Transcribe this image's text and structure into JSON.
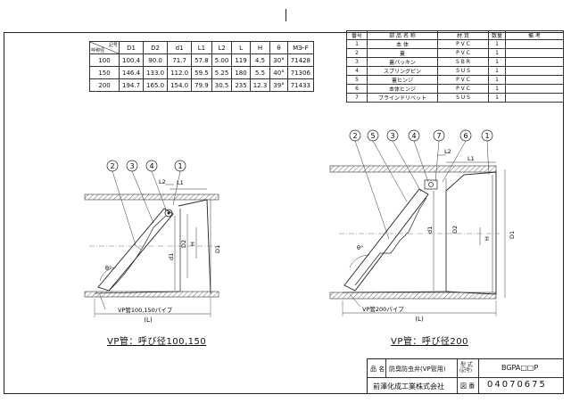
{
  "dimension_table": {
    "header_corner_top": "記号",
    "header_corner_bottom": "呼称径",
    "columns": [
      "D1",
      "D2",
      "d1",
      "L1",
      "L2",
      "L",
      "H",
      "θ",
      "MЭ-F"
    ],
    "rows": [
      {
        "size": "100",
        "values": [
          "100.4",
          "90.0",
          "71.7",
          "57.8",
          "5.00",
          "119",
          "4.5",
          "30°",
          "71428"
        ]
      },
      {
        "size": "150",
        "values": [
          "146.4",
          "133.0",
          "112.0",
          "59.5",
          "5.25",
          "180",
          "5.5",
          "40°",
          "71306"
        ]
      },
      {
        "size": "200",
        "values": [
          "194.7",
          "165.0",
          "154.0",
          "79.9",
          "30.5",
          "235",
          "12.3",
          "39°",
          "71433"
        ]
      }
    ]
  },
  "parts_table": {
    "headers": [
      "番号",
      "部 品 名 称",
      "材 質",
      "数量",
      "備 考"
    ],
    "rows": [
      {
        "no": "1",
        "name": "本 体",
        "material": "P V C",
        "qty": "1",
        "note": ""
      },
      {
        "no": "2",
        "name": "蓋",
        "material": "P V C",
        "qty": "1",
        "note": ""
      },
      {
        "no": "3",
        "name": "蓋パッキン",
        "material": "S B R",
        "qty": "1",
        "note": ""
      },
      {
        "no": "4",
        "name": "スプリングピン",
        "material": "S U S",
        "qty": "1",
        "note": ""
      },
      {
        "no": "5",
        "name": "蓋ヒンジ",
        "material": "P V C",
        "qty": "1",
        "note": ""
      },
      {
        "no": "6",
        "name": "本体ヒンジ",
        "material": "P V C",
        "qty": "1",
        "note": ""
      },
      {
        "no": "7",
        "name": "ブラインドリベット",
        "material": "S U S",
        "qty": "1",
        "note": ""
      }
    ]
  },
  "left_drawing": {
    "callouts": [
      "2",
      "3",
      "4",
      "1"
    ],
    "dims": {
      "L2": "L2",
      "L1": "L1",
      "d1": "d1",
      "D2": "D2",
      "H": "H",
      "D1": "D1",
      "theta": "θ°",
      "L": "(L)"
    },
    "pipe_label": "VP管100,150パイプ",
    "caption": "VP管：呼び径100,150"
  },
  "right_drawing": {
    "callouts": [
      "2",
      "5",
      "3",
      "4",
      "7",
      "6",
      "1"
    ],
    "dims": {
      "L2": "L2",
      "L1": "L1",
      "d1": "d1",
      "D2": "D2",
      "H": "H",
      "D1": "D1",
      "theta": "θ°",
      "L": "(L)"
    },
    "pipe_label": "VP管200パイプ",
    "caption": "VP管：呼び径200"
  },
  "title_block": {
    "name_label": "品 名",
    "name_value": "防臭防虫弁(VP管用)",
    "model_label": "型 式",
    "model_label2": "(記号)",
    "model_value": "BGPA□□P",
    "company": "前澤化成工業株式会社",
    "drawing_no_label": "図 番",
    "drawing_no": "04070675"
  }
}
